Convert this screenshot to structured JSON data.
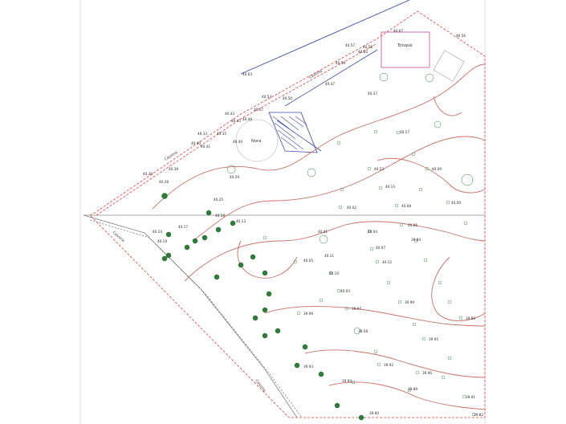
{
  "labels": {
    "tonque": "Tonque",
    "nora": "Nora",
    "road": "Cassina"
  },
  "colors": {
    "contour": "#c9716a",
    "boundary": "#e0413f",
    "tree": "#2f7d3a",
    "blue_line": "#3d4aa8",
    "hatch": "#3d4aa8"
  },
  "elevations": [
    "40.63",
    "40.67",
    "40.57",
    "40.58",
    "40.59",
    "40.60",
    "40.56",
    "40.53",
    "40.47",
    "40.50",
    "40.48",
    "40.43",
    "40.45",
    "40.47",
    "40.41",
    "40.40",
    "40.38",
    "40.37",
    "40.33",
    "40.35",
    "40.40",
    "40.30",
    "40.29",
    "40.28",
    "40.27",
    "40.25",
    "40.23",
    "40.19",
    "40.18",
    "40.17",
    "40.15",
    "40.14",
    "40.13",
    "40.12",
    "40.11",
    "40.10",
    "40.09",
    "40.08",
    "40.07",
    "40.06",
    "40.05",
    "40.04",
    "40.03",
    "40.02",
    "40.01",
    "40.00",
    "39.99",
    "39.97",
    "39.96",
    "39.95",
    "39.94",
    "39.93",
    "39.92",
    "39.91",
    "39.90",
    "39.89",
    "39.86",
    "39.84",
    "39.82",
    "39.80",
    "39.58"
  ]
}
